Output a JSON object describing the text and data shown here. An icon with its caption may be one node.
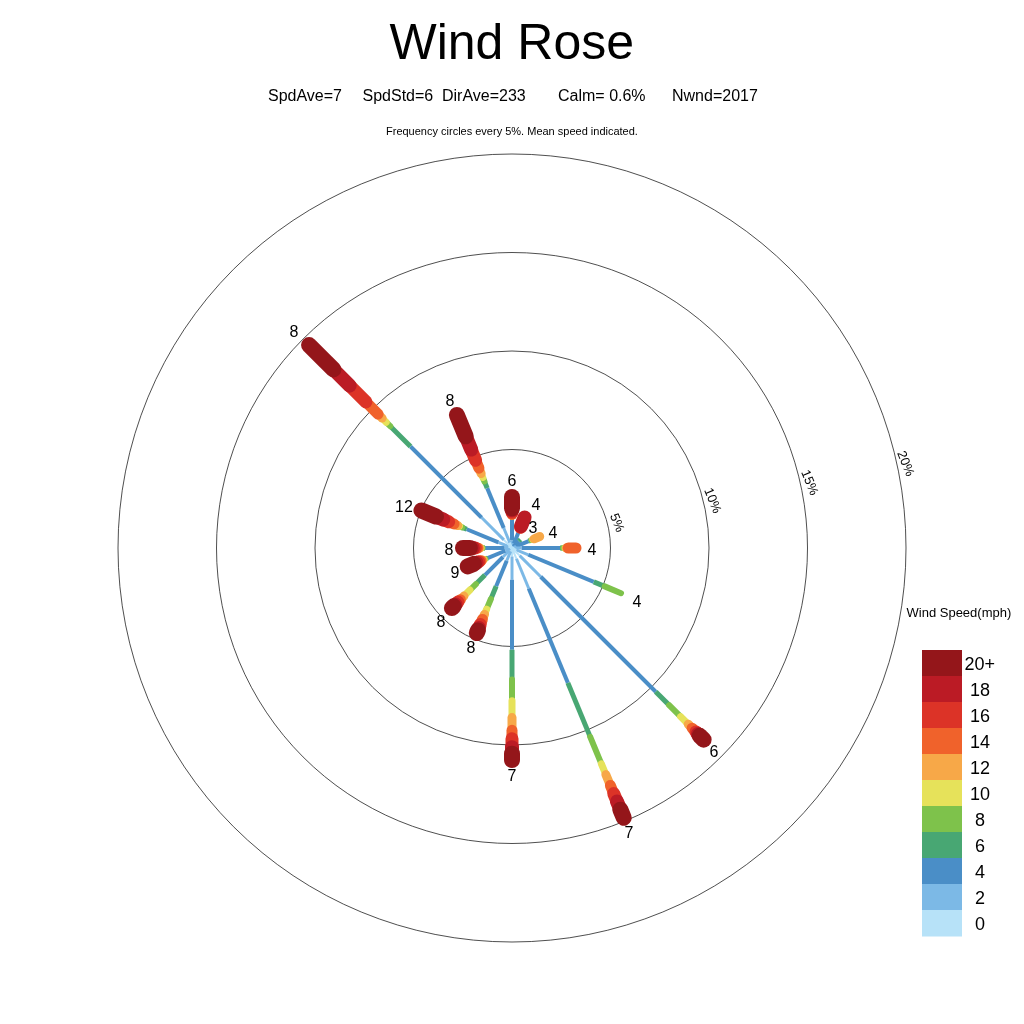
{
  "diagram": {
    "title": "Wind Rose",
    "labels": [
      "SpdAve=7",
      "SpdStd=6",
      "DirAve=233",
      "Calm= 0.6%",
      "Nwnd=2017",
      "Frequency circles every 5%. Mean speed indicated.",
      "8",
      "8",
      "20%",
      "6",
      "15%",
      "10%",
      "12",
      "4",
      "5%",
      "3",
      "4",
      "8",
      "4",
      "9",
      "4",
      "Wind Speed(mph)",
      "8",
      "8",
      "6",
      "7",
      "7"
    ],
    "legend": [
      {
        "text": "20+",
        "color": "#94161a"
      },
      {
        "text": "18",
        "color": "#bb1b25"
      },
      {
        "text": "16",
        "color": "#dc3327"
      },
      {
        "text": "14",
        "color": "#f0622b"
      },
      {
        "text": "12",
        "color": "#f7a848"
      },
      {
        "text": "10",
        "color": "#e6e25a"
      },
      {
        "text": "8",
        "color": "#7ec24b"
      },
      {
        "text": "6",
        "color": "#48a773"
      },
      {
        "text": "4",
        "color": "#4a8ec7"
      },
      {
        "text": "2",
        "color": "#7cb9e6"
      },
      {
        "text": "0",
        "color": "#b7e2f8"
      }
    ]
  }
}
